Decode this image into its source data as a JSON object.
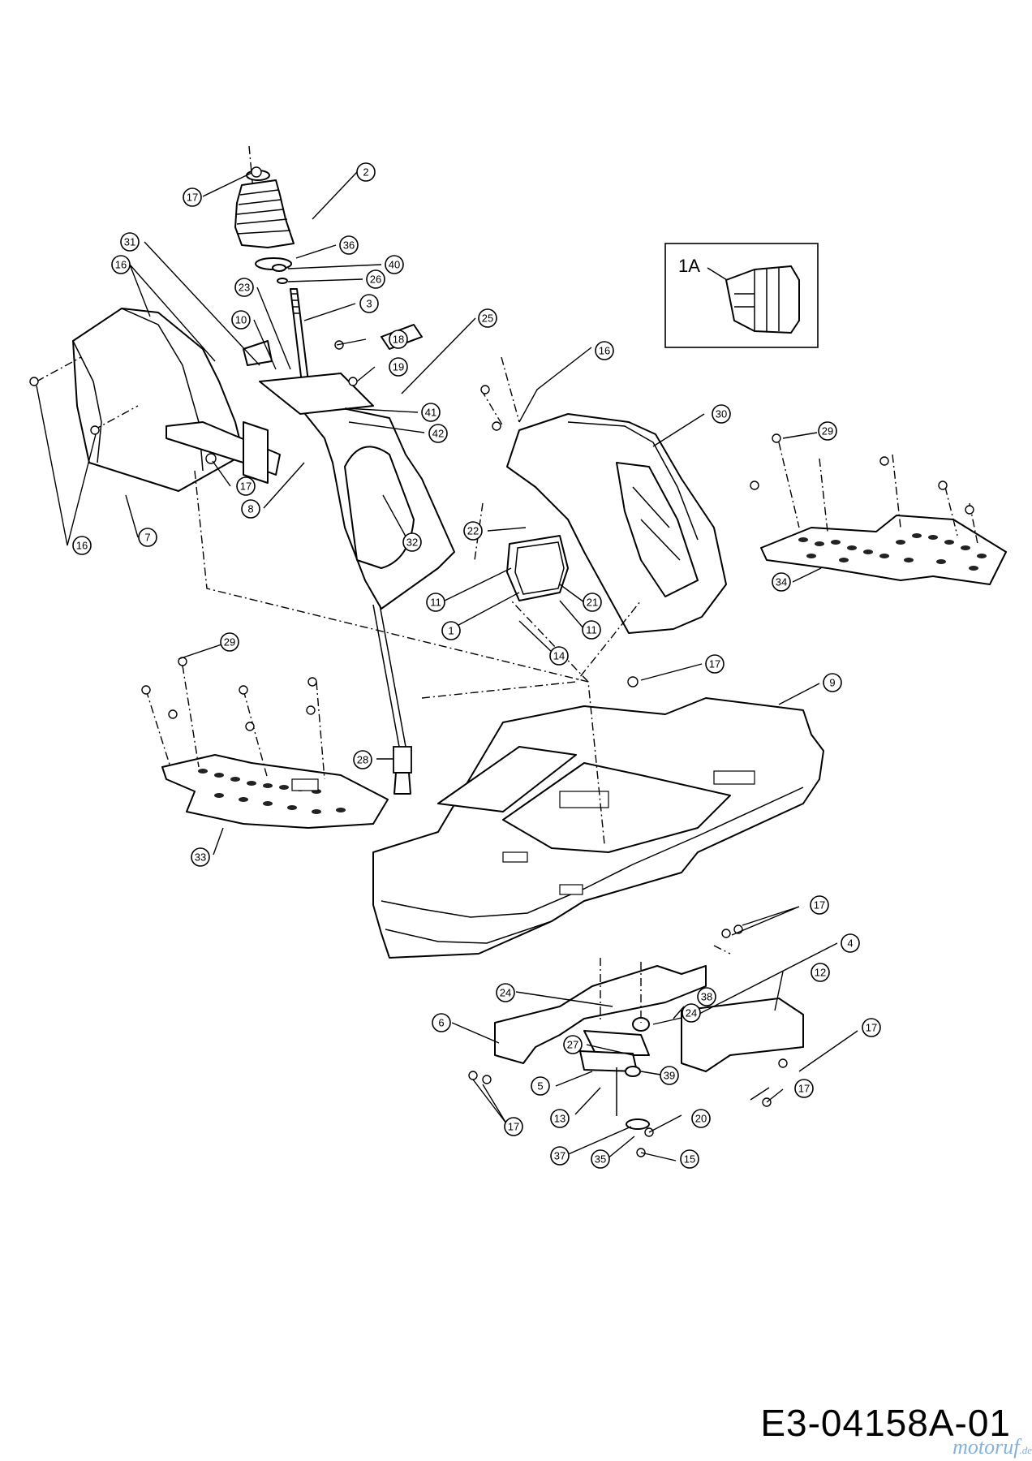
{
  "drawing_number": "E3-04158A-01",
  "watermark": {
    "brand": "motoruf",
    "suffix": ".de"
  },
  "inset": {
    "label": "1A"
  },
  "callouts": [
    "17",
    "2",
    "36",
    "40",
    "26",
    "3",
    "31",
    "16",
    "23",
    "10",
    "18",
    "19",
    "25",
    "41",
    "42",
    "17",
    "8",
    "7",
    "16",
    "32",
    "16",
    "30",
    "29",
    "34",
    "22",
    "11",
    "1",
    "21",
    "11",
    "14",
    "29",
    "28",
    "33",
    "17",
    "9",
    "17",
    "4",
    "12",
    "24",
    "38",
    "24",
    "6",
    "27",
    "39",
    "5",
    "17",
    "17",
    "13",
    "20",
    "37",
    "35",
    "15",
    "17"
  ]
}
